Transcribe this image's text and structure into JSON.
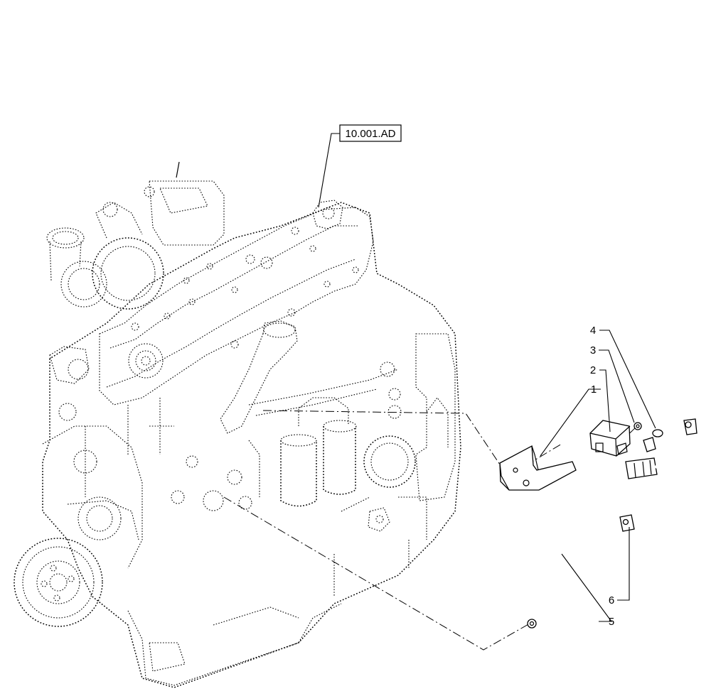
{
  "reference_label": "10.001.AD",
  "callouts": [
    {
      "id": "1",
      "label": "1"
    },
    {
      "id": "2",
      "label": "2"
    },
    {
      "id": "3",
      "label": "3"
    },
    {
      "id": "4",
      "label": "4"
    },
    {
      "id": "5",
      "label": "5"
    },
    {
      "id": "6",
      "label": "6"
    }
  ]
}
